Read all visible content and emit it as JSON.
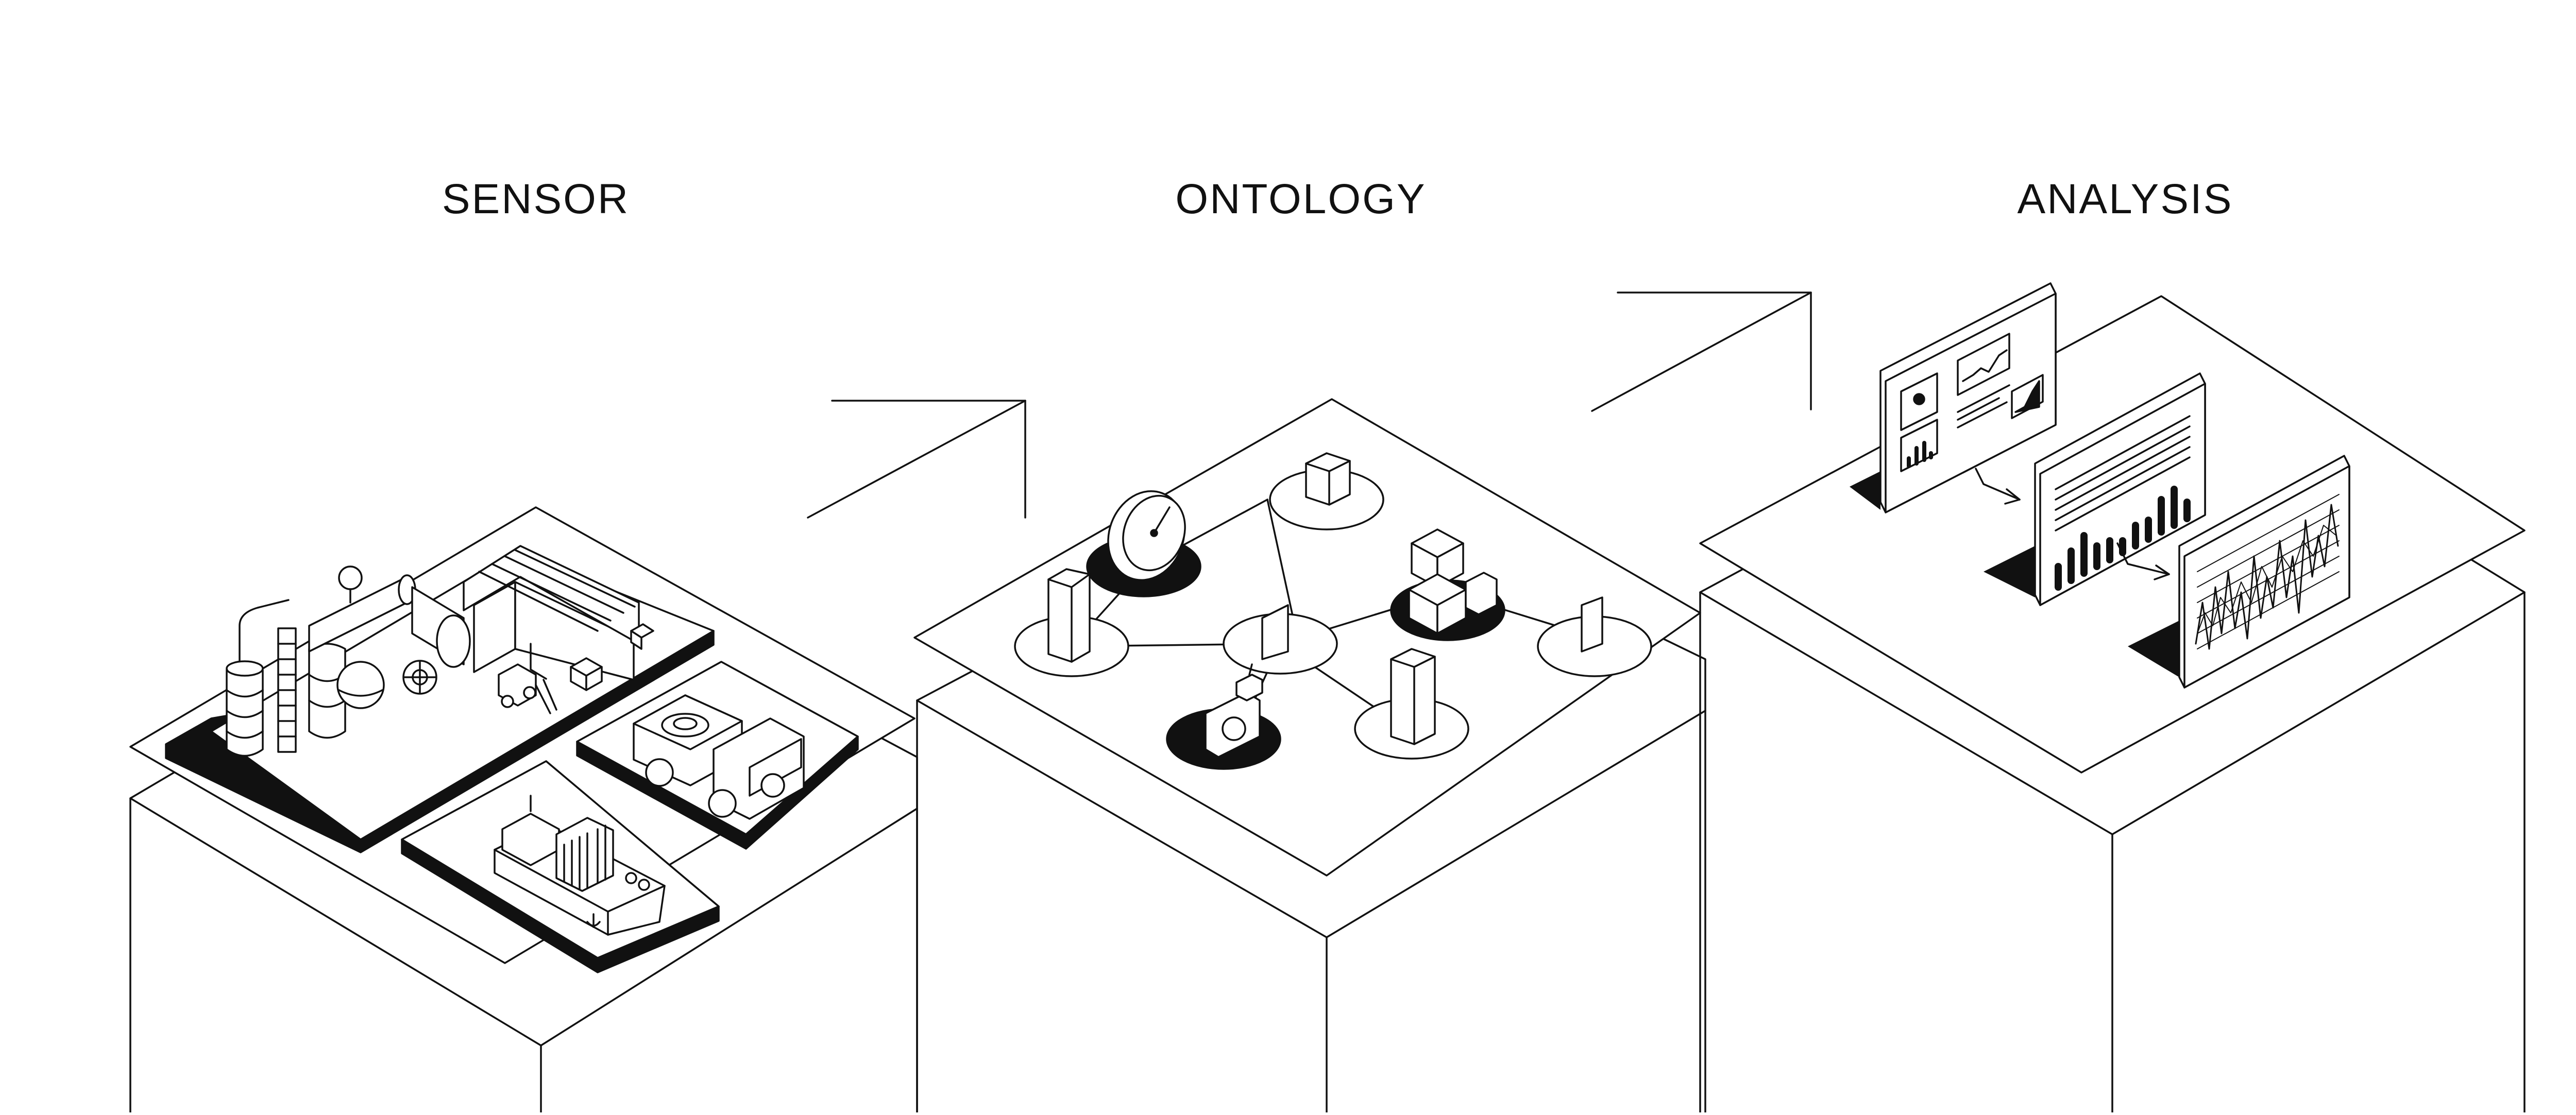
{
  "stages": [
    {
      "id": "sensor",
      "label": "SENSOR"
    },
    {
      "id": "ontology",
      "label": "ONTOLOGY"
    },
    {
      "id": "analysis",
      "label": "ANALYSIS"
    }
  ],
  "colors": {
    "ink": "#111111",
    "paper": "#ffffff",
    "fill": "#111111"
  },
  "icons": [
    "refinery-icon",
    "warehouse-icon",
    "forklift-icon",
    "truck-icon",
    "ship-icon",
    "gauge-icon",
    "hexagon-prism-icon",
    "boxes-icon",
    "wedge-icon",
    "camera-icon",
    "dashboard-icon",
    "bar-chart-icon",
    "line-chart-icon",
    "arrow-icon"
  ]
}
